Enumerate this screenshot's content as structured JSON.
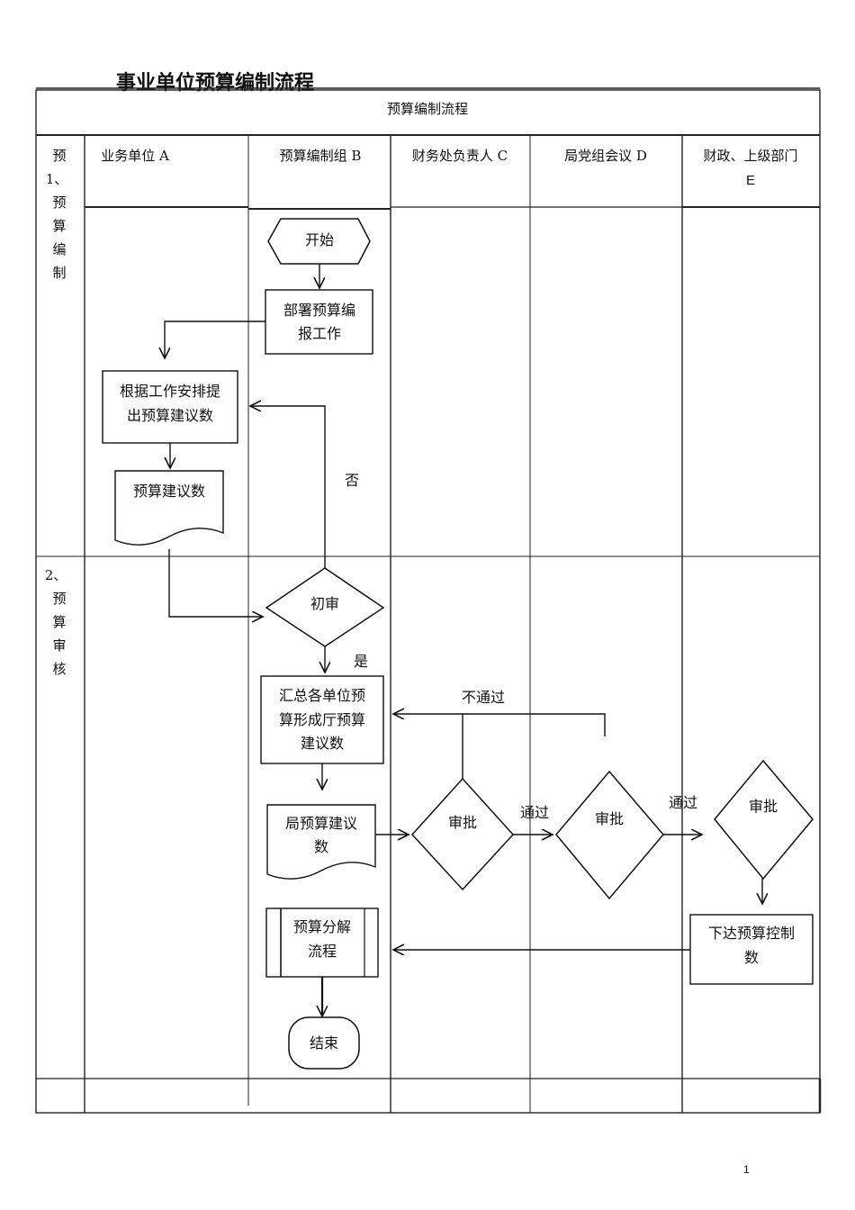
{
  "document": {
    "title": "事业单位预算编制流程",
    "table_title": "预算编制流程",
    "page_number": "1"
  },
  "lanes": [
    {
      "id": "A",
      "label": "业务单位 A"
    },
    {
      "id": "B",
      "label": "预算编制组 B"
    },
    {
      "id": "C",
      "label": "财务处负责人 C"
    },
    {
      "id": "D",
      "label": "局党组会议 D"
    },
    {
      "id": "E",
      "label_line1": "财政、上级部门",
      "label_line2": "E"
    }
  ],
  "phases": [
    {
      "lines": [
        "预",
        "1、",
        "预",
        "算",
        "编",
        "制"
      ]
    },
    {
      "lines": [
        "2、",
        "预",
        "算",
        "审",
        "核"
      ]
    }
  ],
  "nodes": {
    "start": {
      "text": "开始"
    },
    "deploy": {
      "lines": [
        "部署预算编",
        "报工作"
      ]
    },
    "propose": {
      "lines": [
        "根据工作安排提",
        "出预算建议数"
      ]
    },
    "proposal_doc": {
      "text": "预算建议数"
    },
    "preliminary_review": {
      "text": "初审"
    },
    "summarize": {
      "lines": [
        "汇总各单位预",
        "算形成厅预算",
        "建议数"
      ]
    },
    "bureau_doc": {
      "lines": [
        "局预算建议",
        "数"
      ]
    },
    "approve_c": {
      "text": "审批"
    },
    "approve_d": {
      "text": "审批"
    },
    "approve_e": {
      "text": "审批"
    },
    "decompose": {
      "lines": [
        "预算分解",
        "流程"
      ]
    },
    "issue_control": {
      "lines": [
        "下达预算控制",
        "数"
      ]
    },
    "end": {
      "text": "结束"
    }
  },
  "edge_labels": {
    "no": "否",
    "yes": "是",
    "not_passed": "不通过",
    "passed_1": "通过",
    "passed_2": "通过"
  }
}
